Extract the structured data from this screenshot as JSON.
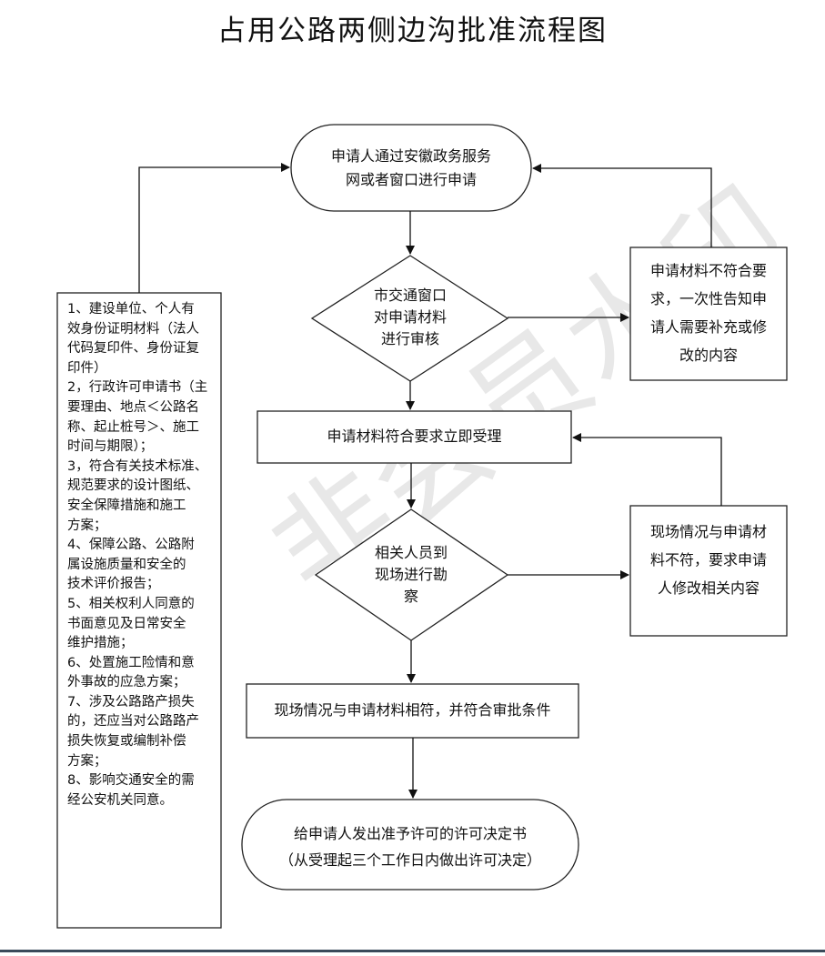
{
  "title": "占用公路两侧边沟批准流程图",
  "watermark": "非会员水印",
  "nodes": {
    "start": [
      "申请人通过安徽政务服务",
      "网或者窗口进行申请"
    ],
    "review_decision": [
      "市交通窗口",
      "对申请材料",
      "进行审核"
    ],
    "reject_materials": [
      "申请材料不符合要",
      "求，一次性告知申",
      "请人需要补充或修",
      "改的内容"
    ],
    "accept": "申请材料符合要求立即受理",
    "inspection_decision": [
      "相关人员到",
      "现场进行勘",
      "察"
    ],
    "reject_site": [
      "现场情况与申请材",
      "料不符，要求申请",
      "人修改相关内容"
    ],
    "site_ok": "现场情况与申请材料相符，并符合审批条件",
    "end": [
      "给申请人发出准予许可的许可决定书",
      "（从受理起三个工作日内做出许可决定）"
    ]
  },
  "requirements": [
    "1、建设单位、个人有",
    "效身份证明材料（法人",
    "代码复印件、身份证复",
    "印件）",
    "2，行政许可申请书（主",
    "要理由、地点＜公路名",
    "称、起止桩号＞、施工",
    "时间与期限）；",
    "3，符合有关技术标准、",
    "规范要求的设计图纸、",
    "安全保障措施和施工",
    "方案；",
    "4、保障公路、公路附",
    "属设施质量和安全的",
    "技术评价报告；",
    "5、相关权利人同意的",
    "书面意见及日常安全",
    "维护措施；",
    "6、处置施工险情和意",
    "外事故的应急方案；",
    "7、涉及公路路产损失",
    "的，还应当对公路路产",
    "损失恢复或编制补偿",
    "方案；",
    "8、影响交通安全的需",
    "经公安机关同意。"
  ]
}
